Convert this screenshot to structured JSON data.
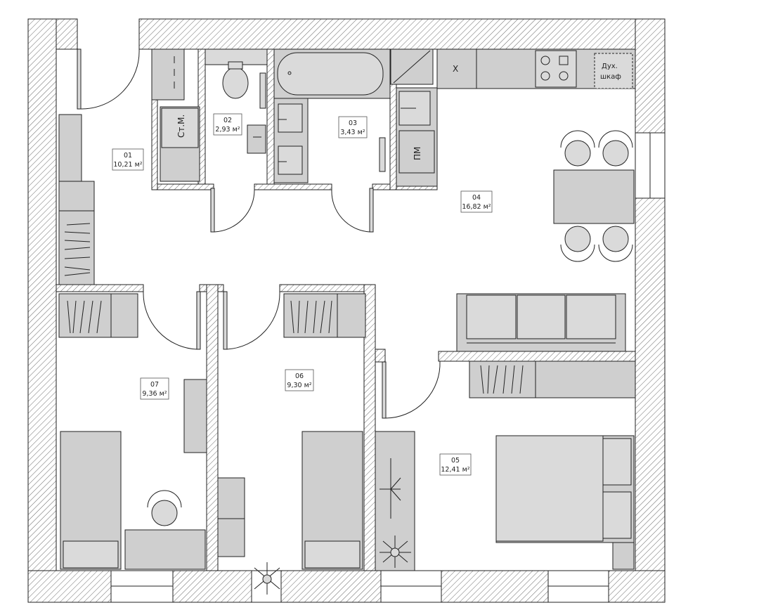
{
  "rooms": [
    {
      "id": "room-01",
      "number": "01",
      "area": "10,21 м²"
    },
    {
      "id": "room-02",
      "number": "02",
      "area": "2,93 м²"
    },
    {
      "id": "room-03",
      "number": "03",
      "area": "3,43 м²"
    },
    {
      "id": "room-04",
      "number": "04",
      "area": "16,82 м²"
    },
    {
      "id": "room-05",
      "number": "05",
      "area": "12,41 м²"
    },
    {
      "id": "room-06",
      "number": "06",
      "area": "9,30 м²"
    },
    {
      "id": "room-07",
      "number": "07",
      "area": "9,36 м²"
    }
  ],
  "appliances": {
    "washing_machine": "Ст.М.",
    "dishwasher": "ПМ",
    "fridge": "Х",
    "oven_line1": "Дух.",
    "oven_line2": "шкаф"
  }
}
